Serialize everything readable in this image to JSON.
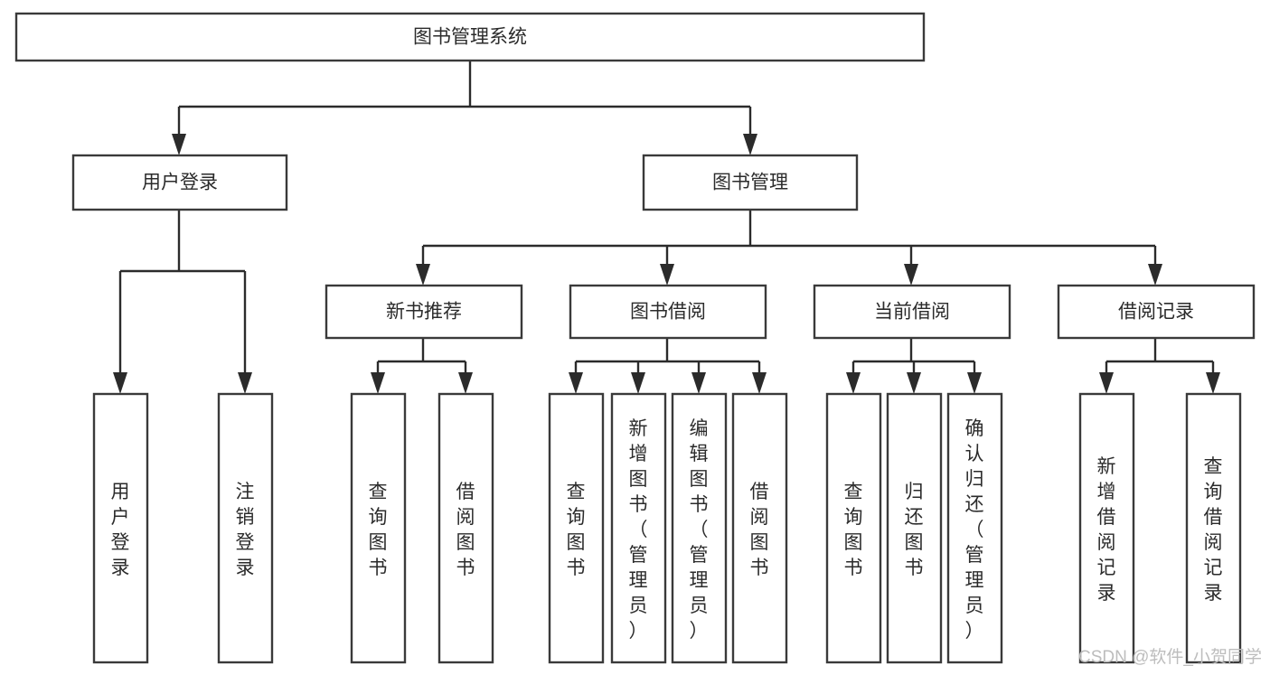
{
  "diagram": {
    "title": "图书管理系统",
    "type": "function-structure-tree",
    "root": {
      "id": "root",
      "label": "图书管理系统",
      "orientation": "horizontal"
    },
    "level1": [
      {
        "id": "user-login",
        "label": "用户登录",
        "orientation": "horizontal"
      },
      {
        "id": "book-manage",
        "label": "图书管理",
        "orientation": "horizontal"
      }
    ],
    "level2": [
      {
        "id": "new-book-rec",
        "label": "新书推荐",
        "parent": "book-manage",
        "orientation": "horizontal"
      },
      {
        "id": "book-borrow",
        "label": "图书借阅",
        "parent": "book-manage",
        "orientation": "horizontal"
      },
      {
        "id": "current-borrow",
        "label": "当前借阅",
        "parent": "book-manage",
        "orientation": "horizontal"
      },
      {
        "id": "borrow-record",
        "label": "借阅记录",
        "parent": "book-manage",
        "orientation": "horizontal"
      }
    ],
    "leaves": [
      {
        "id": "leaf-user-login",
        "label": "用户登录",
        "parent": "user-login",
        "orientation": "vertical"
      },
      {
        "id": "leaf-user-logout",
        "label": "注销登录",
        "parent": "user-login",
        "orientation": "vertical"
      },
      {
        "id": "leaf-query-book-1",
        "label": "查询图书",
        "parent": "new-book-rec",
        "orientation": "vertical"
      },
      {
        "id": "leaf-borrow-book-1",
        "label": "借阅图书",
        "parent": "new-book-rec",
        "orientation": "vertical"
      },
      {
        "id": "leaf-query-book-2",
        "label": "查询图书",
        "parent": "book-borrow",
        "orientation": "vertical"
      },
      {
        "id": "leaf-add-book",
        "label": "新增图书（管理员）",
        "parent": "book-borrow",
        "orientation": "vertical"
      },
      {
        "id": "leaf-edit-book",
        "label": "编辑图书（管理员）",
        "parent": "book-borrow",
        "orientation": "vertical"
      },
      {
        "id": "leaf-borrow-book-2",
        "label": "借阅图书",
        "parent": "book-borrow",
        "orientation": "vertical"
      },
      {
        "id": "leaf-query-book-3",
        "label": "查询图书",
        "parent": "current-borrow",
        "orientation": "vertical"
      },
      {
        "id": "leaf-return-book",
        "label": "归还图书",
        "parent": "current-borrow",
        "orientation": "vertical"
      },
      {
        "id": "leaf-confirm-return",
        "label": "确认归还（管理员）",
        "parent": "current-borrow",
        "orientation": "vertical"
      },
      {
        "id": "leaf-add-record",
        "label": "新增借阅记录",
        "parent": "borrow-record",
        "orientation": "vertical"
      },
      {
        "id": "leaf-query-record",
        "label": "查询借阅记录",
        "parent": "borrow-record",
        "orientation": "vertical"
      }
    ]
  },
  "watermark": {
    "text": "CSDN @软件_小贺同学"
  },
  "colors": {
    "background": "#ffffff",
    "box_fill": "#ffffff",
    "box_stroke": "#3a3a3a",
    "connector": "#2b2b2b",
    "text": "#2b2b2b",
    "watermark": "#bdbdbd"
  }
}
